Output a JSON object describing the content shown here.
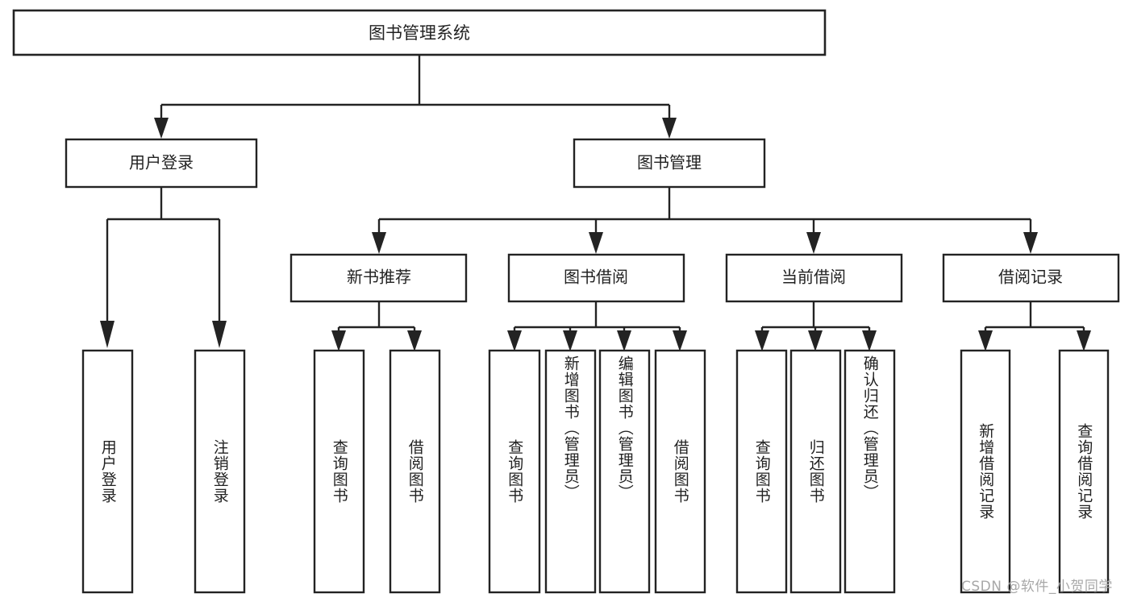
{
  "diagram": {
    "type": "tree-hierarchy",
    "title": "图书管理系统",
    "theme": {
      "background": "#ffffff",
      "stroke": "#232323",
      "box_fill": "#ffffff",
      "text": "#222222",
      "watermark": "#a8a8a8"
    },
    "root": {
      "id": "root",
      "label": "图书管理系统",
      "level": 0
    },
    "level1": [
      {
        "id": "user-login",
        "label": "用户登录",
        "level": 1
      },
      {
        "id": "book-manage",
        "label": "图书管理",
        "level": 1
      }
    ],
    "level2": [
      {
        "id": "new-book-recommend",
        "label": "新书推荐",
        "parent": "book-manage",
        "level": 2
      },
      {
        "id": "book-borrow",
        "label": "图书借阅",
        "parent": "book-manage",
        "level": 2
      },
      {
        "id": "current-borrow",
        "label": "当前借阅",
        "parent": "book-manage",
        "level": 2
      },
      {
        "id": "borrow-record",
        "label": "借阅记录",
        "parent": "book-manage",
        "level": 2
      }
    ],
    "leaves": [
      {
        "id": "leaf-user-login",
        "label": "用户登录",
        "parent": "user-login"
      },
      {
        "id": "leaf-user-logout",
        "label": "注销登录",
        "parent": "user-login"
      },
      {
        "id": "leaf-query-book-1",
        "label": "查询图书",
        "parent": "new-book-recommend"
      },
      {
        "id": "leaf-borrow-book-1",
        "label": "借阅图书",
        "parent": "new-book-recommend"
      },
      {
        "id": "leaf-query-book-2",
        "label": "查询图书",
        "parent": "book-borrow"
      },
      {
        "id": "leaf-add-book",
        "label": "新增图书（管理员）",
        "parent": "book-borrow"
      },
      {
        "id": "leaf-edit-book",
        "label": "编辑图书（管理员）",
        "parent": "book-borrow"
      },
      {
        "id": "leaf-borrow-book-2",
        "label": "借阅图书",
        "parent": "book-borrow"
      },
      {
        "id": "leaf-query-book-3",
        "label": "查询图书",
        "parent": "current-borrow"
      },
      {
        "id": "leaf-return-book",
        "label": "归还图书",
        "parent": "current-borrow"
      },
      {
        "id": "leaf-confirm-return",
        "label": "确认归还（管理员）",
        "parent": "current-borrow"
      },
      {
        "id": "leaf-add-record",
        "label": "新增借阅记录",
        "parent": "borrow-record"
      },
      {
        "id": "leaf-query-record",
        "label": "查询借阅记录",
        "parent": "borrow-record"
      }
    ]
  },
  "watermark": {
    "text": "CSDN @软件_小贺同学"
  }
}
